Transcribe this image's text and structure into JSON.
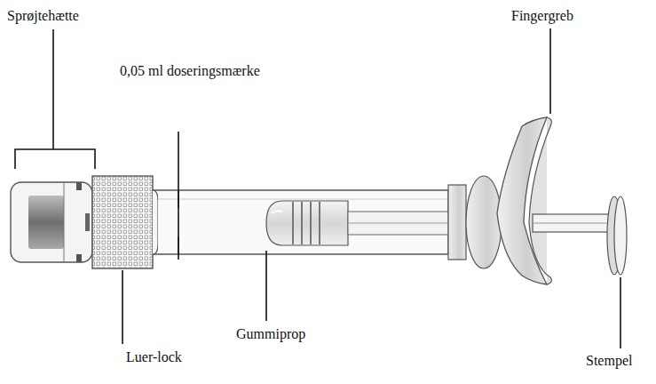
{
  "diagram": {
    "labels": [
      "Sprøjtehætte",
      "Fingergreb",
      "0,05 ml doseringsmærke",
      "Gummiprop",
      "Luer-lock",
      "Stempel"
    ]
  }
}
